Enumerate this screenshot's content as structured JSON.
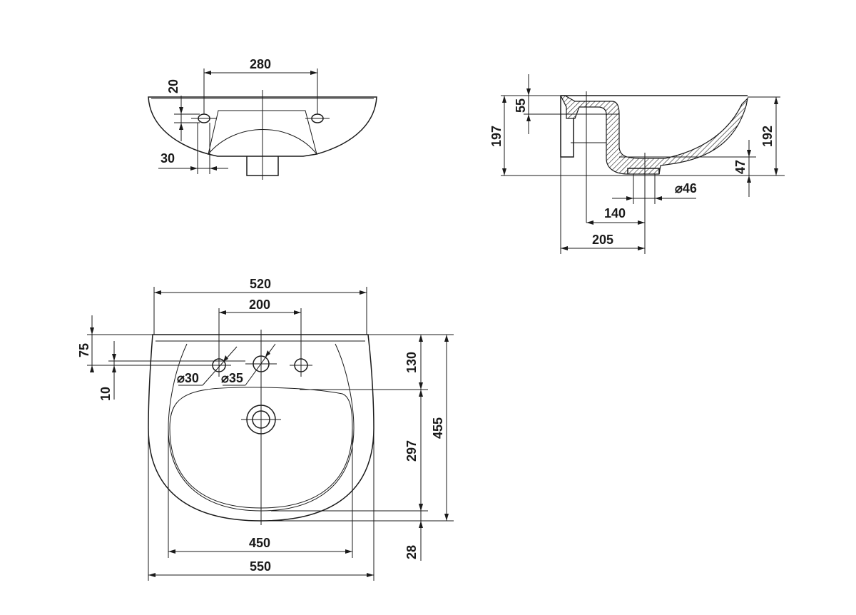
{
  "colors": {
    "line": "#1a1a1a",
    "background": "#ffffff"
  },
  "top_view": {
    "dim_280": "280",
    "dim_20": "20",
    "dim_30": "30"
  },
  "side_view": {
    "dim_55": "55",
    "dim_197": "197",
    "dim_192": "192",
    "dim_47": "47",
    "dim_46": "⌀46",
    "dim_140": "140",
    "dim_205": "205"
  },
  "plan_view": {
    "dim_520": "520",
    "dim_200": "200",
    "dim_75": "75",
    "dim_10": "10",
    "dim_d30": "⌀30",
    "dim_d35": "⌀35",
    "dim_130": "130",
    "dim_297": "297",
    "dim_455": "455",
    "dim_28": "28",
    "dim_450": "450",
    "dim_550": "550"
  }
}
